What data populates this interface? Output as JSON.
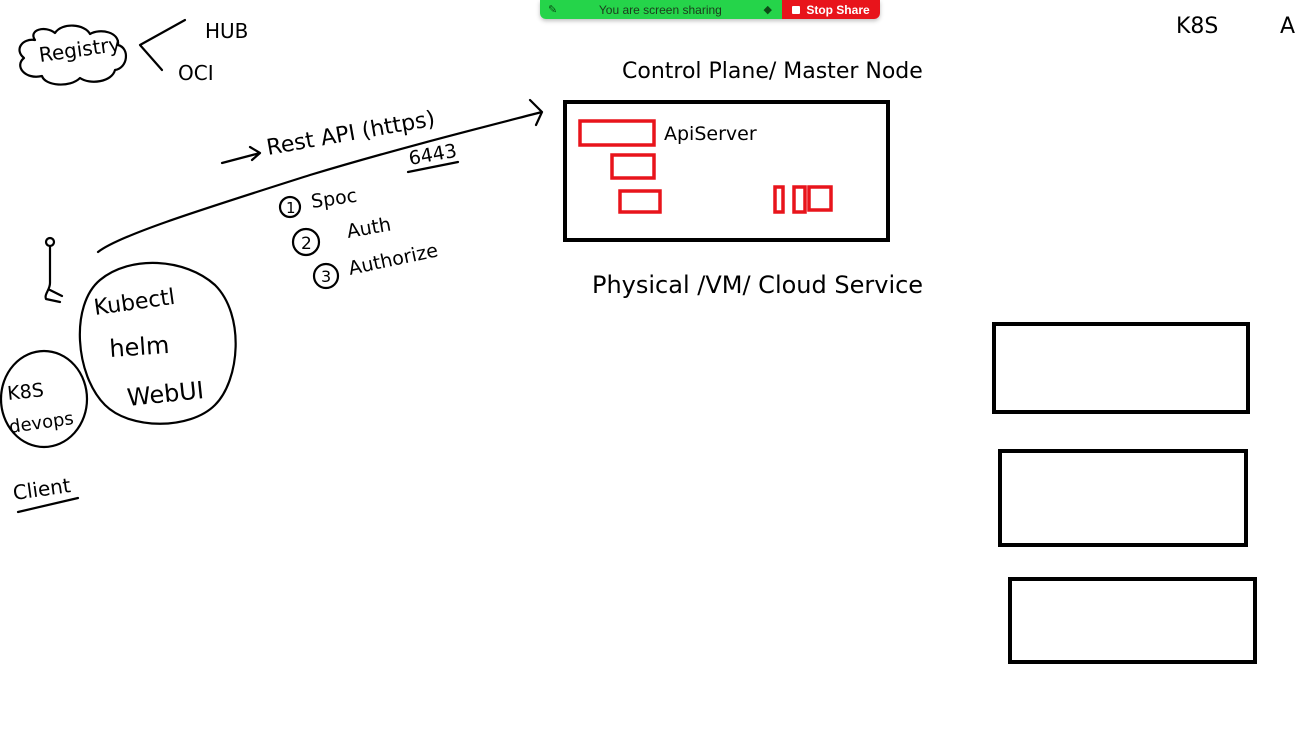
{
  "share_bar": {
    "status_text": "You are screen sharing",
    "stop_label": "Stop Share"
  },
  "whiteboard": {
    "registry": {
      "label": "Registry",
      "hub": "HUB",
      "oci": "OCI"
    },
    "corner": {
      "k8s": "K8S",
      "a": "A"
    },
    "rest_api": {
      "label": "Rest API (https)",
      "port": "6443"
    },
    "steps": [
      "Spoc",
      "Auth",
      "Authorize"
    ],
    "step_numbers": [
      "1",
      "2",
      "3"
    ],
    "client_tools": [
      "Kubectl",
      "helm",
      "WebUI"
    ],
    "k8s_devops": [
      "K8S",
      "devops"
    ],
    "client_label": "Client",
    "control_plane": {
      "title": "Control Plane/ Master Node",
      "api_server": "ApiServer"
    },
    "infra_label": "Physical /VM/ Cloud Service"
  }
}
